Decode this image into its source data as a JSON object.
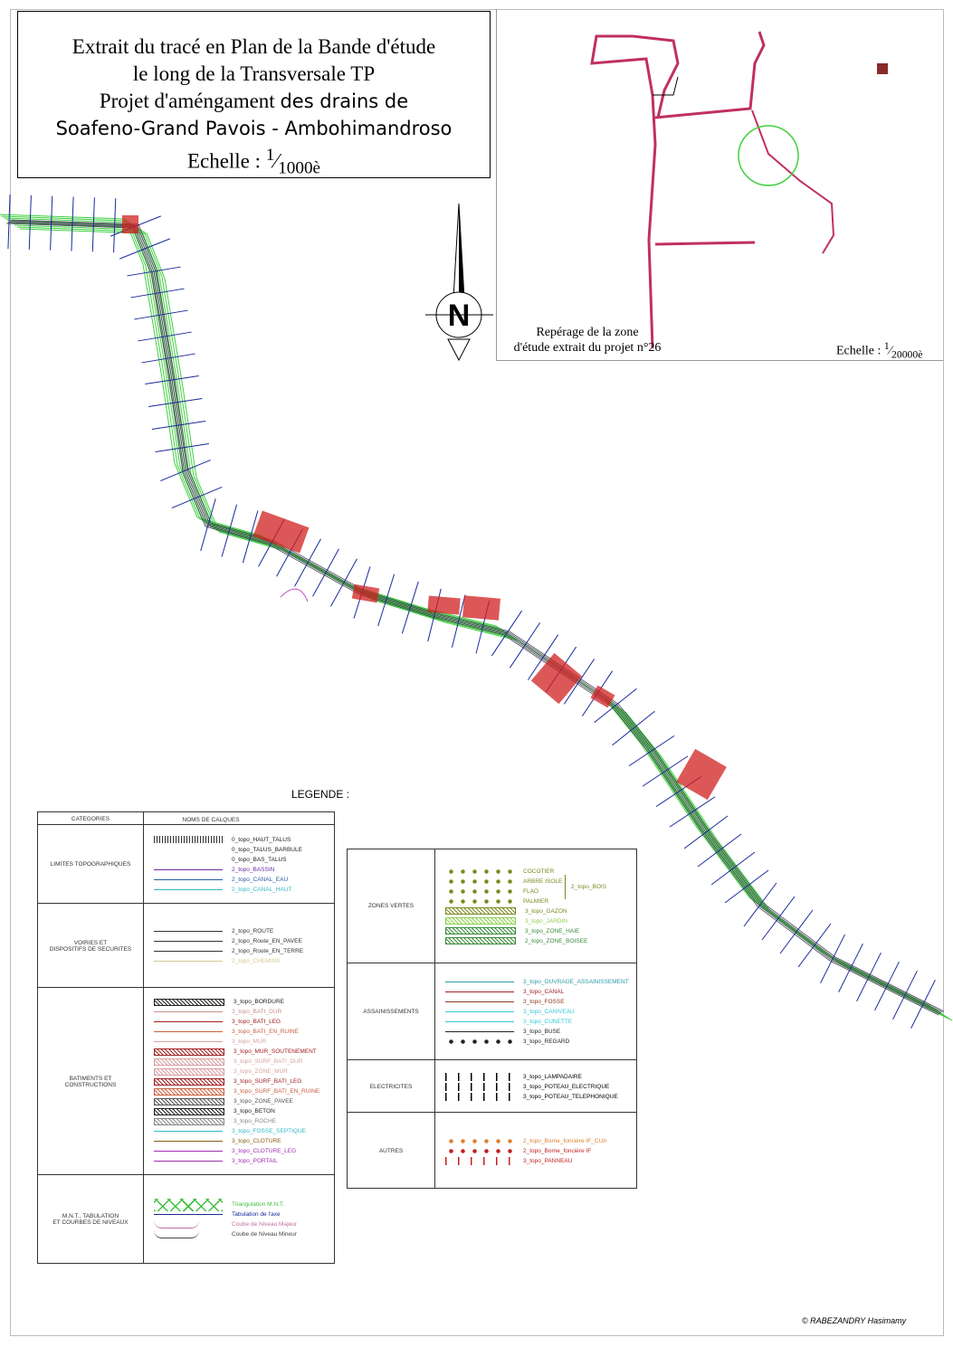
{
  "title": {
    "line1": "Extrait du tracé en Plan de la Bande d'étude",
    "line2": "le long de la Transversale TP",
    "line3a": "Projet d'améngament",
    "line3b": "des drains de",
    "line4": "Soafeno-Grand Pavois - Ambohimandroso",
    "scale_label": "Echelle : ",
    "scale_num": "1",
    "scale_den": "1000è"
  },
  "north": {
    "label": "N"
  },
  "inset": {
    "caption_line1": "Repérage de la zone",
    "caption_line2": "d'étude extrait du projet n°26",
    "scale_label": "Echelle : ",
    "scale_num": "1",
    "scale_den": "20000è"
  },
  "legend": {
    "title": "LEGENDE :",
    "header_categories": "CATEGORIES",
    "header_layers": "NOMS DE CALQUES",
    "left": [
      {
        "category": "LIMITES TOPOGRAPHIQUES",
        "items": [
          {
            "label": "0_topo_HAUT_TALUS",
            "color": "#222",
            "sw": "talus"
          },
          {
            "label": "0_topo_TALUS_BARBULE",
            "color": "#222",
            "sw": "none"
          },
          {
            "label": "0_topo_BAS_TALUS",
            "color": "#222",
            "sw": "none"
          },
          {
            "label": "2_topo_BASSIN",
            "color": "#6a2aa0",
            "sw": "line"
          },
          {
            "label": "2_topo_CANAL_EAU",
            "color": "#2a5aa8",
            "sw": "line"
          },
          {
            "label": "2_topo_CANAL_HAUT",
            "color": "#30b8c8",
            "sw": "line"
          }
        ]
      },
      {
        "category": "VOIRIES ET\nDISPOSITIFS DE SECURITES",
        "items": [
          {
            "label": "2_topo_ROUTE",
            "color": "#333",
            "sw": "line"
          },
          {
            "label": "2_topo_Route_EN_PAVEE",
            "color": "#333",
            "sw": "line"
          },
          {
            "label": "2_topo_Route_EN_TERRE",
            "color": "#333",
            "sw": "line"
          },
          {
            "label": "2_topo_CHEMINS",
            "color": "#d8c890",
            "sw": "line"
          }
        ]
      },
      {
        "category": "BATIMENTS ET\nCONSTRUCTIONS",
        "items": [
          {
            "label": "3_topo_BORDURE",
            "color": "#222",
            "sw": "hatch"
          },
          {
            "label": "3_topo_BATI_DUR",
            "color": "#c89090",
            "sw": "line"
          },
          {
            "label": "3_topo_BATI_LEG",
            "color": "#a02020",
            "sw": "line"
          },
          {
            "label": "3_topo_BATI_EN_RUINE",
            "color": "#c86040",
            "sw": "line"
          },
          {
            "label": "3_topo_MUR",
            "color": "#d8a0a0",
            "sw": "line"
          },
          {
            "label": "3_topo_MUR_SOUTENEMENT",
            "color": "#a02020",
            "sw": "hatch"
          },
          {
            "label": "3_topo_SURF_BATI_DUR",
            "color": "#d8a0a0",
            "sw": "hatch"
          },
          {
            "label": "3_topo_ZONE_MUR",
            "color": "#d8a0a0",
            "sw": "hatch"
          },
          {
            "label": "3_topo_SURF_BATI_LEG",
            "color": "#a02020",
            "sw": "hatch"
          },
          {
            "label": "3_topo_SURF_BATI_EN_RUINE",
            "color": "#c86040",
            "sw": "hatch"
          },
          {
            "label": "3_topo_ZONE_PAVEE",
            "color": "#555",
            "sw": "hatch"
          },
          {
            "label": "3_topo_BETON",
            "color": "#222",
            "sw": "hatch"
          },
          {
            "label": "3_topo_ROCHE",
            "color": "#888",
            "sw": "hatch"
          },
          {
            "label": "3_topo_FOSSE_SEPTIQUE",
            "color": "#30b8c8",
            "sw": "line"
          },
          {
            "label": "3_topo_CLOTURE",
            "color": "#8a5a10",
            "sw": "line"
          },
          {
            "label": "3_topo_CLOTURE_LEG",
            "color": "#a030b0",
            "sw": "line"
          },
          {
            "label": "3_topo_PORTAIL",
            "color": "#a030b0",
            "sw": "line"
          }
        ]
      },
      {
        "category": "M.N.T., TABULATION\nET COURBES DE NIVEAUX",
        "items": [
          {
            "label": "Triangulation M.N.T.",
            "color": "#40c040",
            "sw": "tri"
          },
          {
            "label": "Tabulation de l'axe",
            "color": "#1a2a9a",
            "sw": "line"
          },
          {
            "label": "Coube de Niveau Majeur",
            "color": "#c070a0",
            "sw": "curve"
          },
          {
            "label": "Coube de Niveau Mineur",
            "color": "#444",
            "sw": "curve"
          }
        ]
      }
    ],
    "right": [
      {
        "category": "ZONES VERTES",
        "group_label": "2_topo_BOIS",
        "items": [
          {
            "label": "COCOTIER",
            "color": "#7a8a20",
            "sw": "dots"
          },
          {
            "label": "ARBRE ISOLE",
            "color": "#7a8a20",
            "sw": "dots"
          },
          {
            "label": "FLAO",
            "color": "#7a8a20",
            "sw": "dots"
          },
          {
            "label": "PALMIER",
            "color": "#7a8a20",
            "sw": "dots"
          },
          {
            "label": "3_topo_GAZON",
            "color": "#7a8a20",
            "sw": "hatch"
          },
          {
            "label": "3_topo_JARDIN",
            "color": "#90d050",
            "sw": "hatch"
          },
          {
            "label": "3_topo_ZONE_HAIE",
            "color": "#3a8a3a",
            "sw": "hatch"
          },
          {
            "label": "2_topo_ZONE_BOISEE",
            "color": "#3a8a3a",
            "sw": "hatch"
          }
        ]
      },
      {
        "category": "ASSAINISSEMENTS",
        "items": [
          {
            "label": "3_topo_OUVRAGE_ASSAINISSEMENT",
            "color": "#2a9aa8",
            "sw": "line"
          },
          {
            "label": "3_topo_CANAL",
            "color": "#a02020",
            "sw": "line"
          },
          {
            "label": "3_topo_FOSSE",
            "color": "#8a3a20",
            "sw": "line"
          },
          {
            "label": "3_topo_CANIVEAU",
            "color": "#30c8d8",
            "sw": "line"
          },
          {
            "label": "3_topo_CUNETTE",
            "color": "#30c8d8",
            "sw": "line"
          },
          {
            "label": "3_topo_BUSE",
            "color": "#222",
            "sw": "line"
          },
          {
            "label": "3_topo_REGARD",
            "color": "#222",
            "sw": "dots"
          }
        ]
      },
      {
        "category": "ELECTRICITES",
        "items": [
          {
            "label": "3_topo_LAMPADAIRE",
            "color": "#000",
            "sw": "poles"
          },
          {
            "label": "3_topo_POTEAU_ELECTRIQUE",
            "color": "#000",
            "sw": "poles"
          },
          {
            "label": "3_topo_POTEAU_TELEPHONIQUE",
            "color": "#000",
            "sw": "poles"
          }
        ]
      },
      {
        "category": "AUTRES",
        "items": [
          {
            "label": "2_topo_Borne_foncière IF_CUA",
            "color": "#e08030",
            "sw": "dots"
          },
          {
            "label": "2_topo_Borne_foncière IF",
            "color": "#c02020",
            "sw": "dots"
          },
          {
            "label": "3_topo_PANNEAU",
            "color": "#c02020",
            "sw": "poles"
          }
        ]
      }
    ]
  },
  "copyright": "© RABEZANDRY Hasimamy",
  "colors": {
    "triangulation": "#40d040",
    "axis": "#1a2a9a",
    "building": "#d02020",
    "contour": "#c050c0"
  }
}
